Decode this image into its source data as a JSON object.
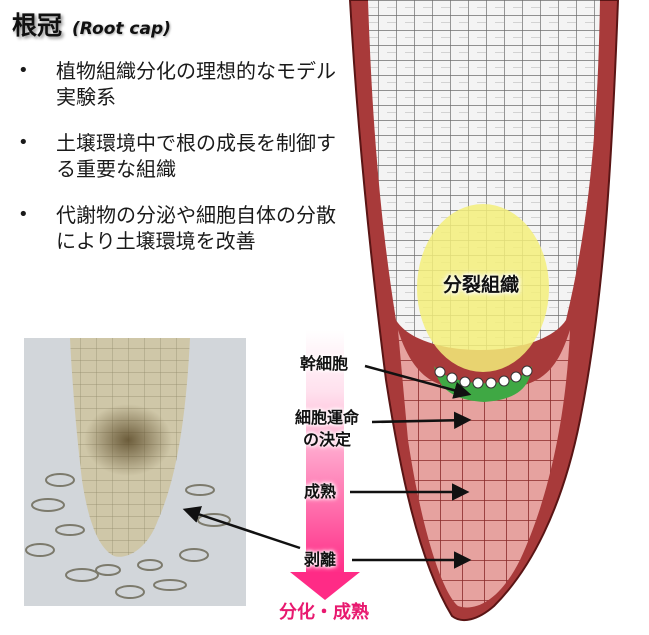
{
  "title": {
    "main": "根冠",
    "sub": "(Root cap)"
  },
  "bullets": [
    "植物組織分化の理想的なモデル実験系",
    "土壌環境中で根の成長を制御する重要な組織",
    "代謝物の分泌や細胞自体の分散により土壌環境を改善"
  ],
  "bullet_marker": "•",
  "labels": {
    "meristem": "分裂組織",
    "stem_cell": "幹細胞",
    "fate_line1": "細胞運命",
    "fate_line2": "の決定",
    "maturation": "成熟",
    "detachment": "剥離",
    "process": "分化・成熟"
  },
  "colors": {
    "root_cap": "#a83a3a",
    "root_cap_inner": "#e7a6a3",
    "meristem": "#f3ee7a",
    "stem_cells": "#3fa844",
    "process_arrow": "#ff2b86",
    "process_text": "#e8196f"
  }
}
